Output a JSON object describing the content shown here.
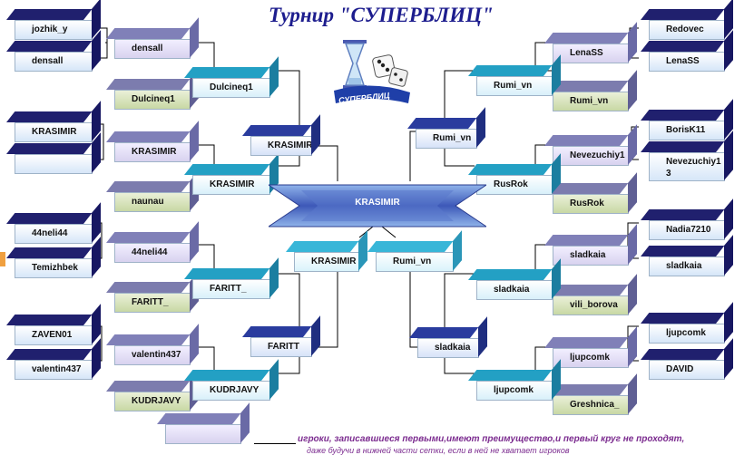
{
  "title": "Турнир \"СУПЕРБЛИЦ\"",
  "colors": {
    "title": "#1d1d8e",
    "note": "#7b2b8f",
    "connector": "#000000",
    "champion": "#3d58b8"
  },
  "logo": {
    "icon": "hourglass-dice-icon",
    "text": "СУПЕРБЛИЦ"
  },
  "left": {
    "round1": [
      "jozhik_y",
      "densall",
      "KRASIMIR",
      "",
      "44neli44",
      "Temizhbek",
      "ZAVEN01",
      "valentin437"
    ],
    "round2": [
      "densall",
      "Dulcineq1",
      "KRASIMIR",
      "naunau",
      "44neli44",
      "FARITT_",
      "valentin437",
      "KUDRJAVY"
    ],
    "round3": [
      "Dulcineq1",
      "KRASIMIR",
      "FARITT_",
      "KUDRJAVY"
    ],
    "round4": [
      "KRASIMIR",
      "FARITT"
    ],
    "semifinal": "KRASIMIR",
    "extra": ""
  },
  "right": {
    "round1": [
      "Redovec",
      "LenaSS",
      "BorisK11",
      "Nevezuchiy1\n3",
      "Nadia7210",
      "sladkaia",
      "ljupcomk",
      "DAVID"
    ],
    "round2": [
      "LenaSS",
      "Rumi_vn",
      "Nevezuchiy1",
      "RusRok",
      "sladkaia",
      "vili_borova",
      "ljupcomk",
      "Greshnica_"
    ],
    "round3": [
      "Rumi_vn",
      "RusRok",
      "sladkaia",
      "ljupcomk"
    ],
    "round4": [
      "Rumi_vn",
      "sladkaia"
    ],
    "semifinal": "Rumi_vn"
  },
  "champion": "KRASIMIR",
  "notes": {
    "line1": "игроки, записавшиеся первыми,имеют преимущество,и первый круг не проходят,",
    "line2": "даже будучи в нижней части сетки, если в ней не хватает игроков"
  }
}
